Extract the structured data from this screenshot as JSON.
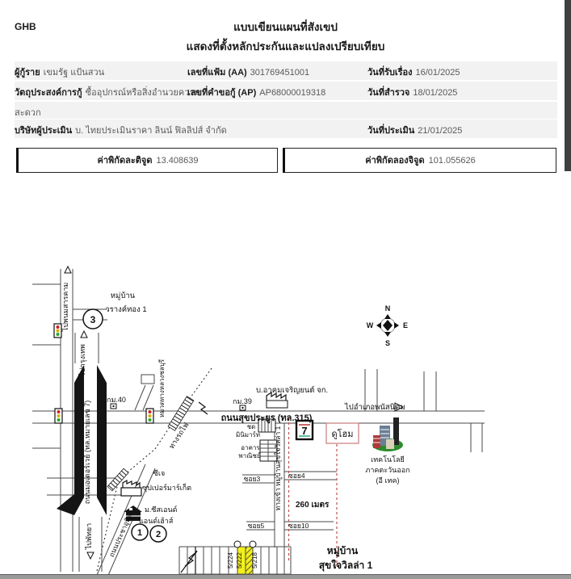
{
  "page": {
    "logo": "GHB",
    "title": "แบบเขียนแผนที่สังเขป",
    "subtitle": "แสดงที่ตั้งหลักประกันและแปลงเปรียบเทียบ"
  },
  "form": {
    "borrower_label": "ผู้กู้ราย",
    "borrower_value": "เขมรัฐ แป้นสวน",
    "file_label": "เลขที่แฟ้ม (AA)",
    "file_value": "301769451001",
    "received_label": "วันที่รับเรื่อง",
    "received_value": "16/01/2025",
    "purpose_label": "วัตถุประสงค์การกู้",
    "purpose_value": "ซื้ออุปกรณ์หรือสิ่งอำนวยความ",
    "purpose_value2": "สะดวก",
    "request_label": "เลขที่คำขอกู้ (AP)",
    "request_value": "AP68000019318",
    "survey_label": "วันที่สำรวจ",
    "survey_value": "18/01/2025",
    "appraiser_label": "บริษัทผู้ประเมิน",
    "appraiser_value": "บ. ไทยประเมินราคา ลินน์ ฟิลลิปส์ จำกัด",
    "appraised_label": "วันที่ประเมิน",
    "appraised_value": "21/01/2025",
    "lat_label": "ค่าพิกัดละติจูด",
    "lat_value": "13.408639",
    "lng_label": "ค่าพิกัดลองจิจูด",
    "lng_value": "101.055626"
  },
  "map": {
    "labels": {
      "village_warang_1": "หมู่บ้าน",
      "village_warang_2": "วรางค์ทอง 1",
      "to_phanom": "ไปพนมสารคาม",
      "to_bangkok": "ไปกรุงเทพ",
      "to_pattaya": "ไปพัทยา",
      "motorway": "ถนนมอเตอร์เวย์ (ทล.หมายเลข 7)",
      "km40": "กม.40",
      "km39": "กม.39",
      "highway_office": "หมวดทางหลวงชลบุรี",
      "railway": "ทางรถไฟ",
      "company": "บ.อาคมเจริญยนต์ จก.",
      "main_road": "ถนนสุขประยูร (ทล.315)",
      "to_phanat": "ไปอำเภอพนัสนิคม",
      "minimart_1": "ชด",
      "minimart_2": "มินิมาร์ท",
      "commercial_1": "อาคาร",
      "commercial_2": "พาณิชย์",
      "seven": "7",
      "duhome": "ดูโฮม",
      "etech_1": "เทคโนโลยี",
      "etech_2": "ภาคตะวันออก",
      "etech_3": "(อี เทค)",
      "soi_entrance": "ทางเข้า หมู่บ้านสุขใจวิลล่า 1",
      "soi3": "ซอย3",
      "soi4": "ซอย4",
      "soi5": "ซอย5",
      "soi10": "ซอย10",
      "distance": "260 เมตร",
      "cj_1": "ซีเจ",
      "cj_2": "ซุปเปอร์มาร์เก็ต",
      "sealand_1": "ม.ซีสเอนด์",
      "sealand_2": "แอนด์เฮ้าส์",
      "diag_road": "ถนนประชาอุทิศ",
      "suk_village_1": "หมู่บ้าน",
      "suk_village_2": "สุขใจวิลล่า 1",
      "plot_a": "5/224",
      "plot_b": "5/222",
      "plot_c": "5/218",
      "marker_1": "1",
      "marker_2": "2",
      "marker_3": "3",
      "compass_n": "N",
      "compass_e": "E",
      "compass_s": "S",
      "compass_w": "W"
    },
    "colors": {
      "highlight": "#f2ef1d",
      "route": "#c0504d",
      "subject_box": "#c97b7b"
    }
  }
}
